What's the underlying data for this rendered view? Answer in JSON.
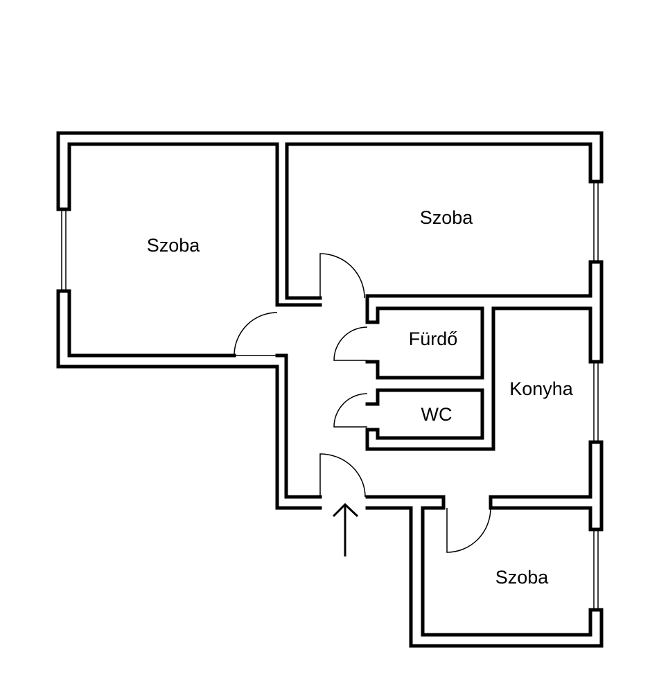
{
  "plan": {
    "rooms": [
      {
        "id": "room-top-left",
        "label": "Szoba"
      },
      {
        "id": "room-top-right",
        "label": "Szoba"
      },
      {
        "id": "bathroom",
        "label": "Fürdő"
      },
      {
        "id": "wc",
        "label": "WC"
      },
      {
        "id": "kitchen",
        "label": "Konyha"
      },
      {
        "id": "room-bottom",
        "label": "Szoba"
      }
    ],
    "entrance_icon": "arrow-up-icon",
    "colors": {
      "wall": "#000000",
      "background": "#ffffff"
    }
  }
}
